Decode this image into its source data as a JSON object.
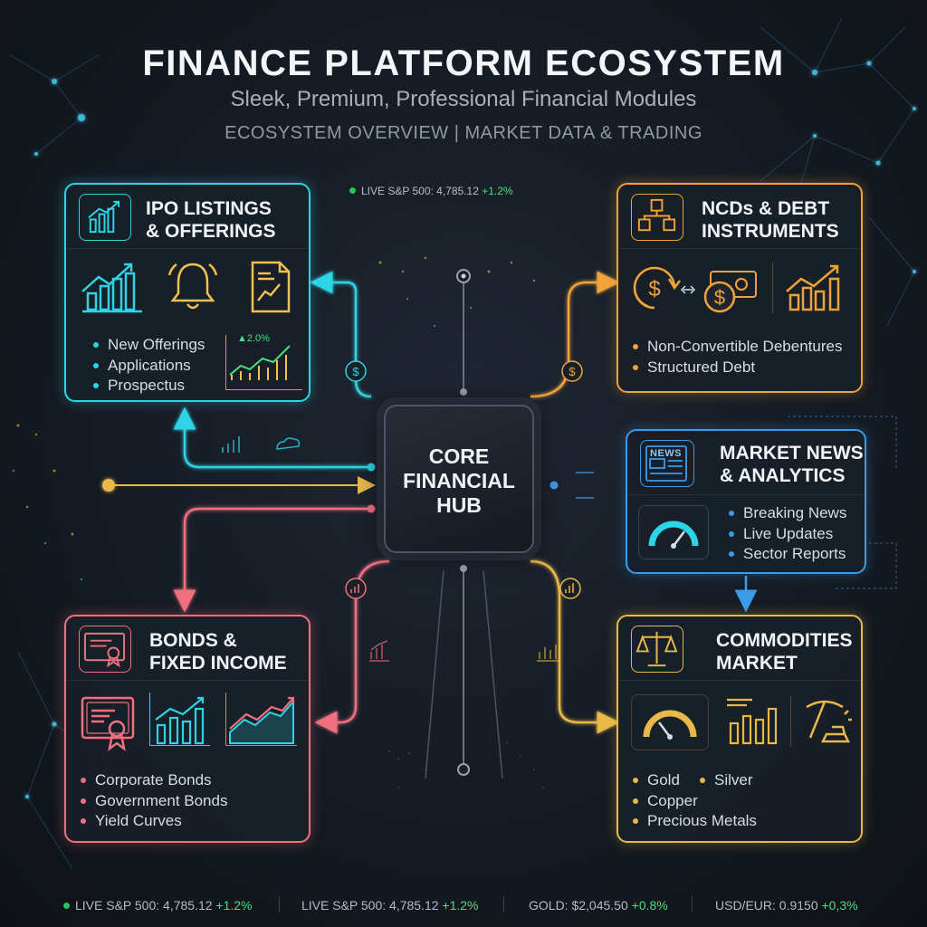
{
  "header": {
    "title": "FINANCE PLATFORM ECOSYSTEM",
    "subtitle": "Sleek, Premium, Professional Financial Modules",
    "tagline": "ECOSYSTEM OVERVIEW  | MARKET DATA & TRADING"
  },
  "top_ticker": {
    "label": "LIVE S&P 500: 4,785.12",
    "change": "+1.2%"
  },
  "hub": {
    "title": "CORE\nFINANCIAL\nHUB"
  },
  "colors": {
    "ipo": "#2dd4e6",
    "ncd": "#f0a23a",
    "news": "#3b9be8",
    "bonds": "#f07080",
    "commodities": "#e8b84a",
    "positive": "#4ade80"
  },
  "cards": {
    "ipo": {
      "title": "IPO LISTINGS\n& OFFERINGS",
      "bullets": [
        "New Offerings",
        "Applications",
        "Prospectus"
      ],
      "badge": "▲2.0%",
      "icons": [
        "growth-chart-icon",
        "bell-icon",
        "document-chart-icon"
      ]
    },
    "ncd": {
      "title": "NCDs & DEBT\nINSTRUMENTS",
      "bullets": [
        "Non-Convertible Debentures",
        "Structured Debt"
      ],
      "icons": [
        "blocks-icon",
        "dollar-exchange-icon",
        "growth-chart-icon"
      ]
    },
    "news": {
      "title": "MARKET NEWS\n& ANALYTICS",
      "bullets": [
        "Breaking News",
        "Live Updates",
        "Sector Reports"
      ],
      "news_badge": "NEWS",
      "icons": [
        "newspaper-icon",
        "gauge-icon"
      ]
    },
    "bonds": {
      "title": "BONDS &\nFIXED INCOME",
      "bullets": [
        "Corporate Bonds",
        "Government Bonds",
        "Yield Curves"
      ],
      "icons": [
        "certificate-icon",
        "bar-chart-icon",
        "area-chart-icon"
      ]
    },
    "commodities": {
      "title": "COMMODITIES\nMARKET",
      "bullets": [
        "Gold",
        "Silver",
        "Copper",
        "Precious Metals"
      ],
      "icons": [
        "scales-icon",
        "gauge-icon",
        "bar-chart-icon",
        "pickaxe-gold-icon"
      ]
    }
  },
  "footer": {
    "items": [
      {
        "label": "LIVE S&P 500: 4,785.12",
        "change": "+1.2%"
      },
      {
        "label": "LIVE S&P 500: 4,785.12",
        "change": "+1.2%"
      },
      {
        "label": "GOLD: $2,045.50",
        "change": "+0.8%"
      },
      {
        "label": "USD/EUR: 0.9150",
        "change": "+0,3%"
      }
    ]
  }
}
